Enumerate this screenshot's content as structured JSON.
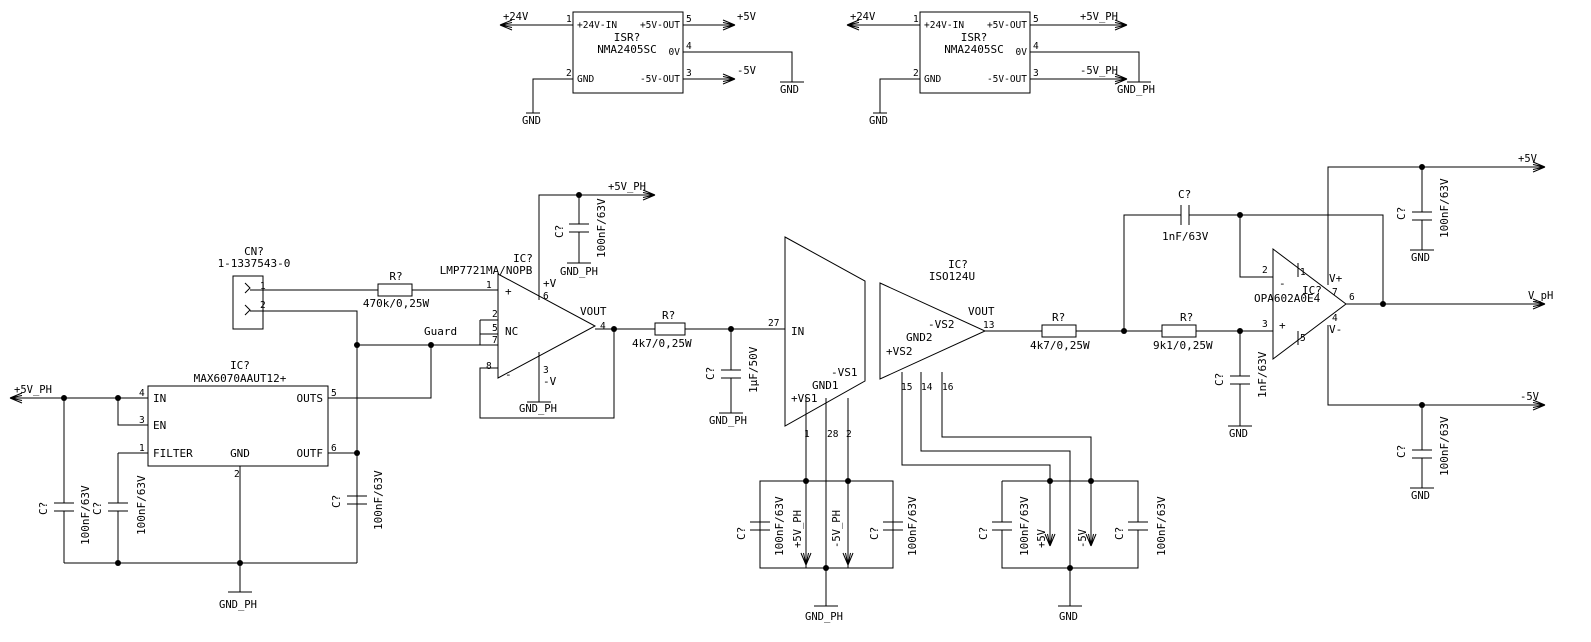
{
  "power_modules": [
    {
      "ref": "ISR?",
      "part": "NMA2405SC",
      "in_net": "+24V",
      "gnd_net": "GND",
      "pos_net": "+5V",
      "zero_net": "GND",
      "neg_net": "-5V",
      "pins": {
        "in": "+24V-IN",
        "gnd": "GND",
        "pos": "+5V-OUT",
        "zero": "0V",
        "neg": "-5V-OUT"
      },
      "pin_numbers": {
        "in": "1",
        "gnd": "2",
        "pos": "5",
        "zero": "4",
        "neg": "3"
      }
    },
    {
      "ref": "ISR?",
      "part": "NMA2405SC",
      "in_net": "+24V",
      "gnd_net": "GND",
      "pos_net": "+5V_PH",
      "zero_net": "GND_PH",
      "neg_net": "-5V_PH",
      "pins": {
        "in": "+24V-IN",
        "gnd": "GND",
        "pos": "+5V-OUT",
        "zero": "0V",
        "neg": "-5V-OUT"
      },
      "pin_numbers": {
        "in": "1",
        "gnd": "2",
        "pos": "5",
        "zero": "4",
        "neg": "3"
      }
    }
  ],
  "connector": {
    "ref": "CN?",
    "part": "1-1337543-0",
    "pin1": "1",
    "pin2": "2"
  },
  "reference": {
    "ref": "IC?",
    "part": "MAX6070AAUT12+",
    "supply_net": "+5V_PH",
    "gnd_net": "GND_PH",
    "pins": {
      "in": "IN",
      "en": "EN",
      "filter": "FILTER",
      "gnd": "GND",
      "outs": "OUTS",
      "outf": "OUTF"
    },
    "pin_numbers": {
      "in": "4",
      "en": "3",
      "filter": "1",
      "gnd": "2",
      "outs": "5",
      "outf": "6"
    },
    "caps": [
      {
        "ref": "C?",
        "value": "100nF/63V"
      },
      {
        "ref": "C?",
        "value": "100nF/63V"
      },
      {
        "ref": "C?",
        "value": "100nF/63V"
      }
    ]
  },
  "guard_label": "Guard",
  "input_resistor": {
    "ref": "R?",
    "value": "470k/0,25W"
  },
  "amp1": {
    "ref": "IC?",
    "part": "LMP7721MA/NOPB",
    "supply_net": "+5V_PH",
    "gnd_net": "GND_PH",
    "pins": {
      "plus": "+",
      "minus": "-",
      "vplus": "+V",
      "vminus": "-V",
      "nc": "NC",
      "vout": "VOUT"
    },
    "pin_numbers": {
      "plus": "1",
      "vplus": "6",
      "nc_a": "2",
      "nc_b": "5",
      "nc_c": "7",
      "minus": "8",
      "vminus": "3",
      "vout": "4"
    },
    "cap": {
      "ref": "C?",
      "value": "100nF/63V"
    }
  },
  "filter_resistor": {
    "ref": "R?",
    "value": "4k7/0,25W"
  },
  "filter_cap": {
    "ref": "C?",
    "value": "1µF/50V",
    "gnd_net": "GND_PH"
  },
  "isolator": {
    "ref": "IC?",
    "part": "ISO124U",
    "pins": {
      "in": "IN",
      "gnd1": "GND1",
      "vs1_pos": "+VS1",
      "vs1_neg": "-VS1",
      "gnd2": "GND2",
      "vs2_pos": "+VS2",
      "vs2_neg": "-VS2",
      "vout": "VOUT"
    },
    "pin_numbers": {
      "in": "27",
      "vs1_pos": "1",
      "gnd1": "28",
      "vs1_neg": "2",
      "vs2_pos": "15",
      "gnd2": "14",
      "vs2_neg": "16",
      "vout": "13"
    },
    "side1": {
      "pos_net": "+5V_PH",
      "neg_net": "-5V_PH",
      "gnd_net": "GND_PH",
      "caps": [
        {
          "ref": "C?",
          "value": "100nF/63V"
        },
        {
          "ref": "C?",
          "value": "100nF/63V"
        }
      ]
    },
    "side2": {
      "pos_net": "+5V",
      "neg_net": "-5V",
      "gnd_net": "GND",
      "caps": [
        {
          "ref": "C?",
          "value": "100nF/63V"
        },
        {
          "ref": "C?",
          "value": "100nF/63V"
        }
      ]
    }
  },
  "out_resistor1": {
    "ref": "R?",
    "value": "4k7/0,25W"
  },
  "out_resistor2": {
    "ref": "R?",
    "value": "9k1/0,25W"
  },
  "feedback_cap": {
    "ref": "C?",
    "value": "1nF/63V"
  },
  "input_cap2": {
    "ref": "C?",
    "value": "1nF/63V",
    "gnd_net": "GND"
  },
  "amp2": {
    "ref": "IC?",
    "part": "OPA602A0E4",
    "pins": {
      "minus": "-",
      "plus": "+",
      "vplus": "V+",
      "vminus": "V-"
    },
    "pin_numbers": {
      "minus": "2",
      "plus": "3",
      "n1": "1",
      "n5": "5",
      "vplus": "7",
      "out": "6",
      "vminus": "4"
    },
    "pos_net": "+5V",
    "neg_net": "-5V",
    "out_net": "V_pH",
    "caps": [
      {
        "ref": "C?",
        "value": "100nF/63V",
        "gnd_net": "GND"
      },
      {
        "ref": "C?",
        "value": "100nF/63V",
        "gnd_net": "GND"
      }
    ]
  }
}
